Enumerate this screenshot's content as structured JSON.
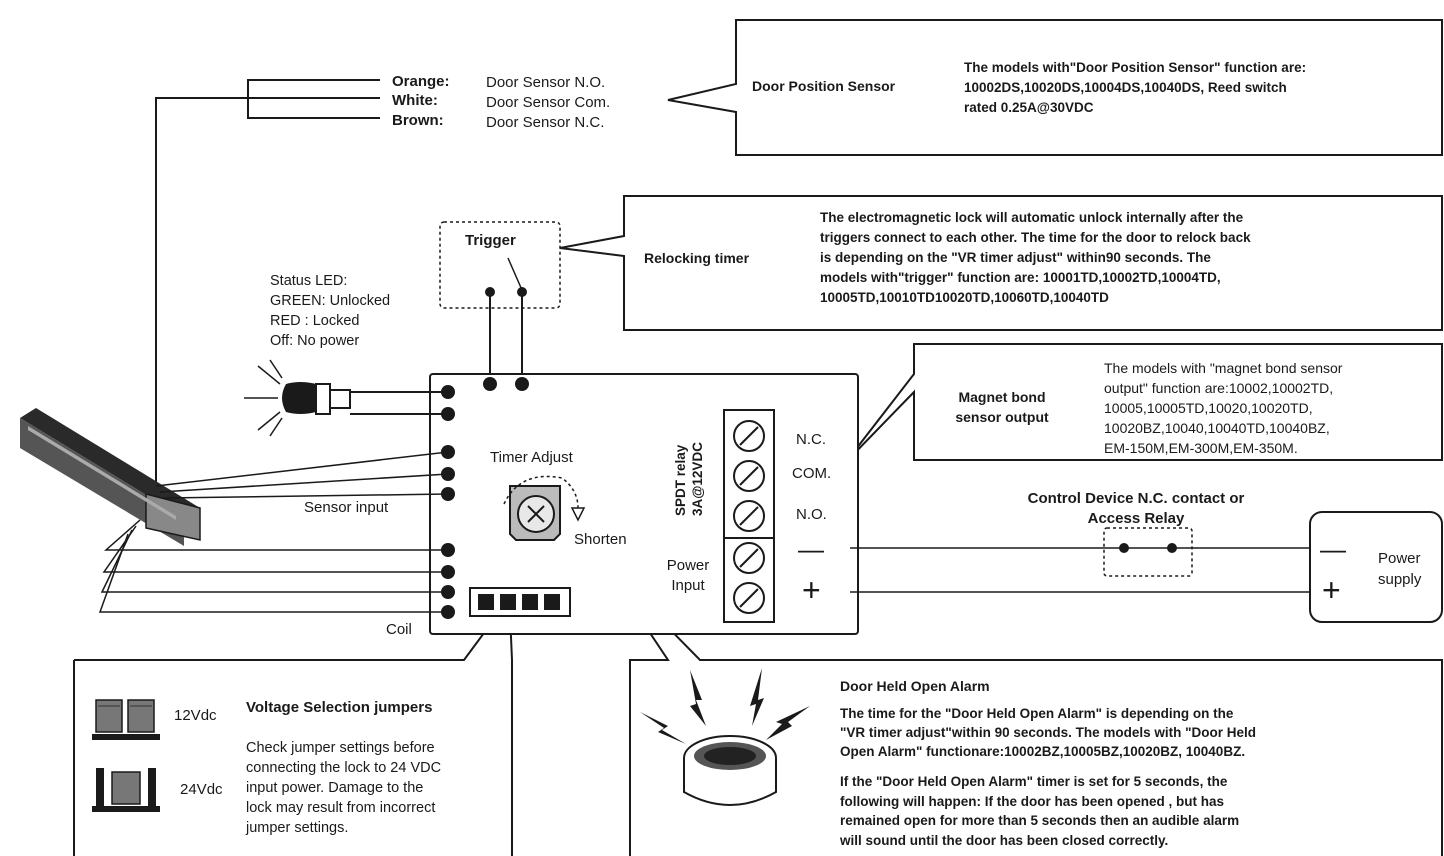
{
  "wire_colors": {
    "orange": "Orange:",
    "white": "White:",
    "brown": "Brown:"
  },
  "door_sensor_wires": {
    "no": "Door Sensor N.O.",
    "com": "Door Sensor Com.",
    "nc": "Door Sensor N.C."
  },
  "door_position_sensor": {
    "title": "Door Position Sensor",
    "lines": [
      "The models with\"Door Position Sensor\" function are:",
      "10002DS,10020DS,10004DS,10040DS, Reed switch",
      "rated 0.25A@30VDC"
    ]
  },
  "trigger": {
    "label": "Trigger"
  },
  "relocking_timer": {
    "title": "Relocking timer",
    "lines": [
      "The electromagnetic lock will automatic unlock internally after the",
      "triggers connect to each other.  The time for the door to relock back",
      "is depending on the \"VR timer adjust\" within90 seconds.  The",
      "models with\"trigger\" function are: 10001TD,10002TD,10004TD,",
      "10005TD,10010TD10020TD,10060TD,10040TD"
    ]
  },
  "status_led": {
    "lines": [
      "Status LED:",
      "GREEN: Unlocked",
      "RED : Locked",
      "Off: No power"
    ]
  },
  "magnet_bond": {
    "title_lines": [
      "Magnet bond",
      "sensor output"
    ],
    "lines": [
      "The models with \"magnet bond sensor",
      "output\" function are:10002,10002TD,",
      "10005,10005TD,10020,10020TD,",
      "10020BZ,10040,10040TD,10040BZ,",
      "EM-150M,EM-300M,EM-350M."
    ]
  },
  "board": {
    "timer_adjust": "Timer Adjust",
    "shorten": "Shorten",
    "relay_lines": [
      "SPDT relay",
      "3A@12VDC"
    ],
    "power_input_lines": [
      "Power",
      "Input"
    ],
    "nc": "N.C.",
    "com": "COM.",
    "no": "N.O.",
    "minus": "—",
    "plus": "+"
  },
  "sensor_input": "Sensor input",
  "coil": "Coil",
  "control_device": {
    "lines": [
      "Control Device N.C. contact or",
      "Access Relay"
    ]
  },
  "power_supply": {
    "minus": "—",
    "plus": "+",
    "lines": [
      "Power",
      "supply"
    ]
  },
  "voltage_selection": {
    "title": "Voltage Selection jumpers",
    "v12": "12Vdc",
    "v24": "24Vdc",
    "lines": [
      "Check jumper settings before",
      "connecting the lock to 24 VDC",
      "input power. Damage to the",
      "lock may result from incorrect",
      "jumper settings."
    ]
  },
  "door_held_open_alarm": {
    "title": "Door Held Open Alarm",
    "para1": [
      "The time for the \"Door Held Open Alarm\" is depending on the",
      "\"VR timer adjust\"within 90 seconds. The models with \"Door Held",
      "Open Alarm\" functionare:10002BZ,10005BZ,10020BZ, 10040BZ."
    ],
    "para2": [
      "If the \"Door Held Open Alarm\" timer is set for 5 seconds, the",
      "following will happen: If the door has been opened , but has",
      "remained open for more than 5 seconds then an audible alarm",
      "will sound until the door has been closed correctly."
    ]
  }
}
